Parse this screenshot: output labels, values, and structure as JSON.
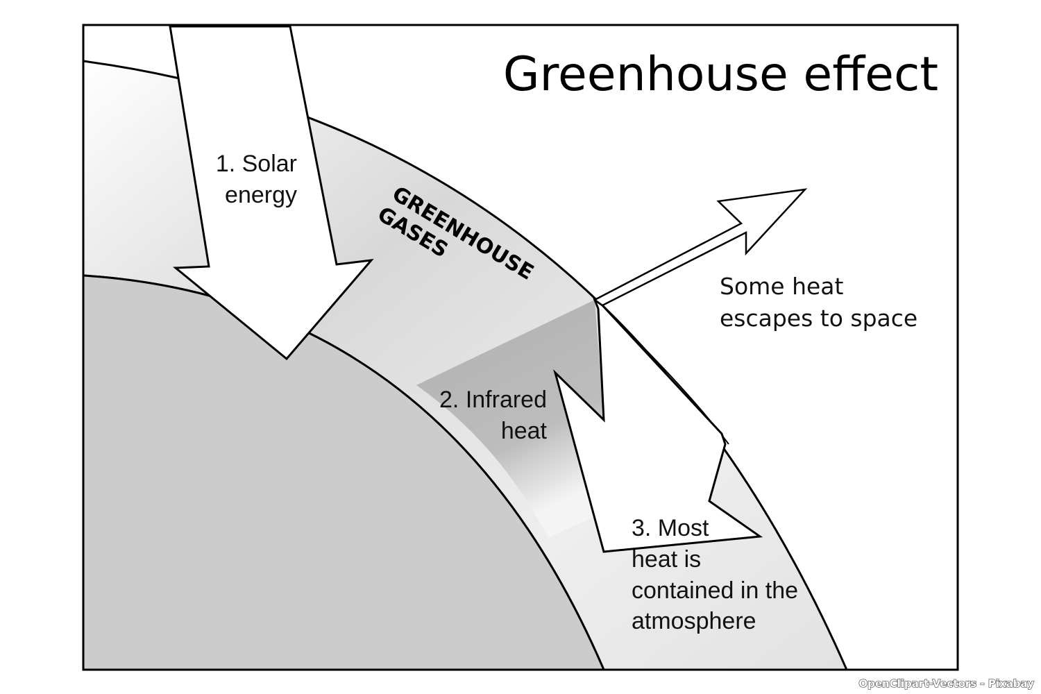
{
  "title": "Greenhouse effect",
  "band_label": [
    "GREENHOUSE",
    "GASES"
  ],
  "steps": {
    "solar": [
      "1. Solar",
      "energy"
    ],
    "infrared": [
      "2. Infrared",
      "heat"
    ],
    "contained": [
      "3. Most",
      "heat is",
      "contained in the",
      "atmosphere"
    ]
  },
  "escape_label": [
    "Some heat",
    "escapes to space"
  ],
  "watermark": "OpenClipart-Vectors - Pixabay",
  "colors": {
    "earth": "#cccccc",
    "atmosphere": "#e6e6e6",
    "outline": "#000000"
  }
}
